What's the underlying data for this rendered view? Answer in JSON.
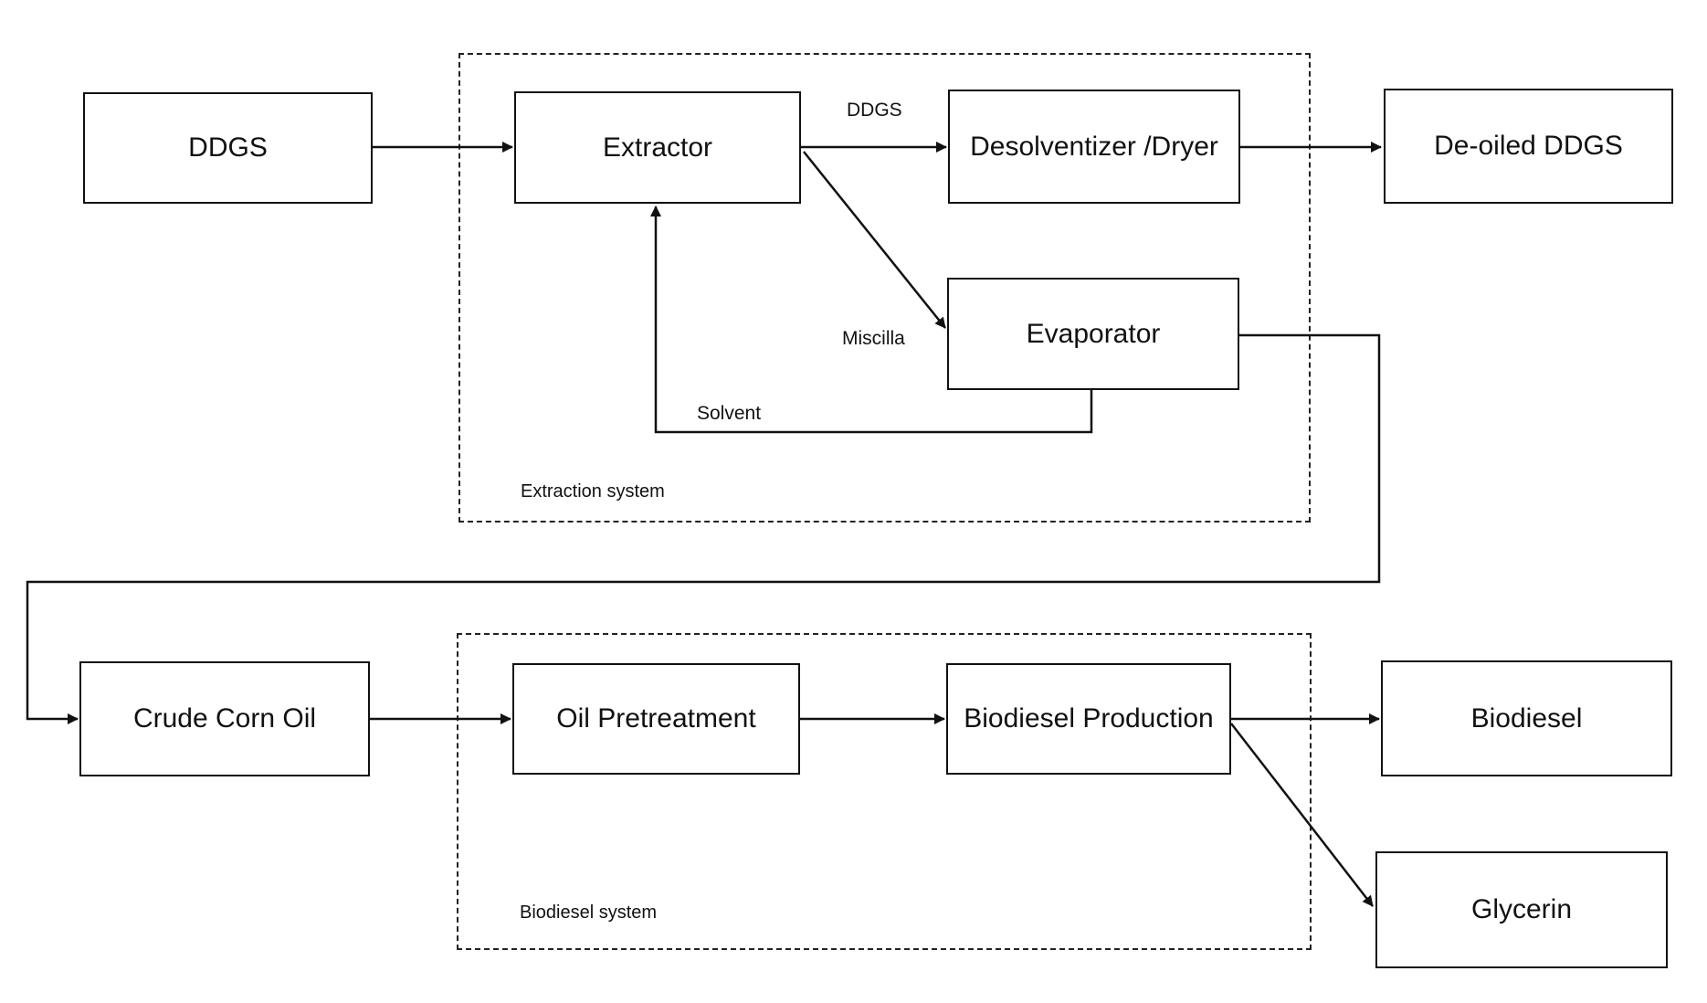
{
  "systems": {
    "extraction": "Extraction system",
    "biodiesel": "Biodiesel system"
  },
  "nodes": {
    "ddgs": "DDGS",
    "extractor": "Extractor",
    "desolventizer": "Desolventizer /Dryer",
    "deoiled": "De-oiled DDGS",
    "evaporator": "Evaporator",
    "crude_corn_oil": "Crude Corn Oil",
    "oil_pretreatment": "Oil Pretreatment",
    "biodiesel_production": "Biodiesel Production",
    "biodiesel": "Biodiesel",
    "glycerin": "Glycerin"
  },
  "edge_labels": {
    "ddgs": "DDGS",
    "miscilla": "Miscilla",
    "solvent": "Solvent"
  }
}
